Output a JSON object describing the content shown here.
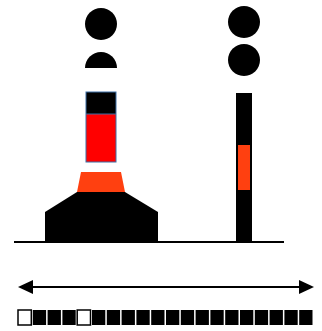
{
  "colors": {
    "background": "#ffffff",
    "black": "#000000",
    "red": "#ff0000",
    "orange": "#ff4010",
    "blue_outline": "#3b6ea5"
  },
  "icons": {
    "top_marks": "two-black-spheres",
    "buoy": "buoy-with-two-sphere-topmark",
    "beacon": "spar-beacon-with-two-sphere-topmark",
    "scale": "double-headed-arrow",
    "ruler": "segment-strip"
  },
  "ruler": {
    "segments": 20,
    "hollow_segments": [
      0,
      4
    ]
  }
}
